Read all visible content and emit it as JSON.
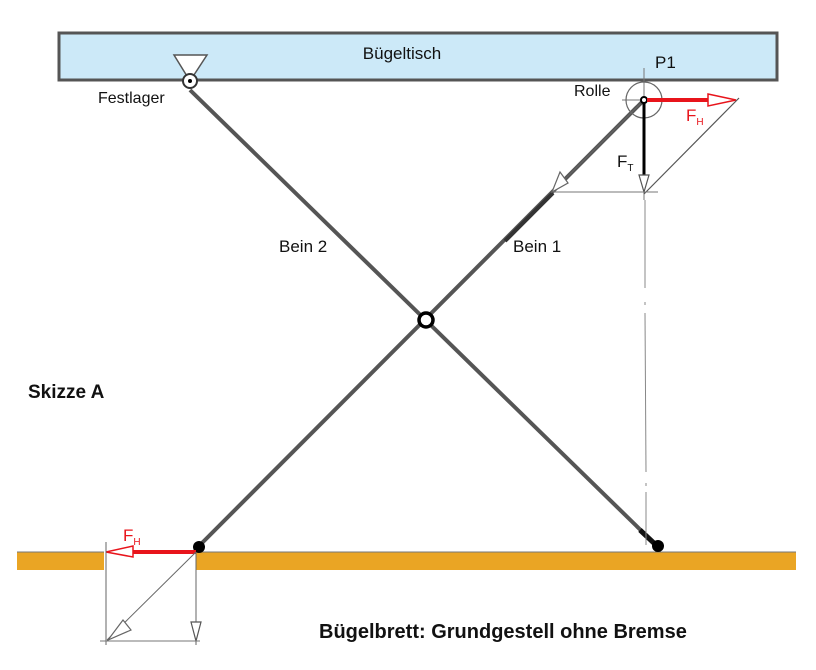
{
  "diagram": {
    "title": "Bügelbrett: Grundgestell ohne Bremse",
    "sketch_label": "Skizze A",
    "table_label": "Bügeltisch",
    "fixed_bearing_label": "Festlager",
    "roller_label": "Rolle",
    "point_label": "P1",
    "leg1_label": "Bein 1",
    "leg2_label": "Bein 2",
    "forces": {
      "horizontal_top": {
        "symbol": "F",
        "subscript": "H"
      },
      "vertical_top": {
        "symbol": "F",
        "subscript": "T"
      },
      "horizontal_bottom": {
        "symbol": "F",
        "subscript": "H"
      }
    },
    "colors": {
      "table_fill": "#cce9f8",
      "table_border": "#555555",
      "floor": "#eaa524",
      "force_red": "#e8141b",
      "leg": "#555555"
    }
  }
}
